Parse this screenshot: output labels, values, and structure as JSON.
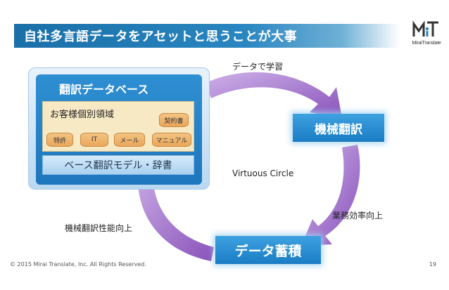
{
  "slide": {
    "title": "自社多言語データをアセットと思うことが大事",
    "logo_text": "MiraiTranslate",
    "colors": {
      "title_bar": "#1a6fa8",
      "node": "#1a7cc4",
      "arrow": "#8f5bbd",
      "client_area": "#f7e9c4"
    }
  },
  "database": {
    "title": "翻訳データベース",
    "client_area_label": "お客様個別領域",
    "items": [
      "特許",
      "IT",
      "メール",
      "マニュアル"
    ],
    "contract_item": "契約書",
    "base_label": "ベース翻訳モデル・辞書"
  },
  "cycle": {
    "node_mt": "機械翻訳",
    "node_accumulation": "データ蓄積",
    "label_learn": "データで学習",
    "label_center": "Virtuous Circle",
    "label_efficiency": "業務効率向上",
    "label_performance": "機械翻訳性能向上"
  },
  "footer": {
    "copyright": "© 2015 Mirai Translate, Inc. All Rights Reserved.",
    "page_number": "19"
  }
}
